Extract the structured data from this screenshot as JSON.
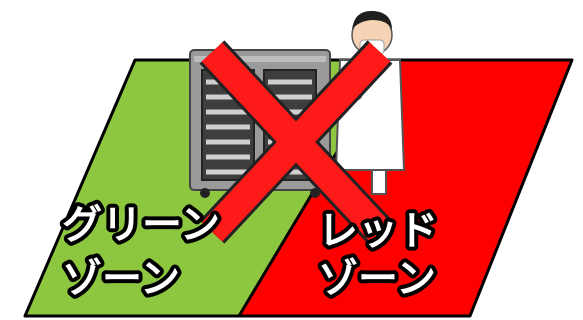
{
  "zones": {
    "green": {
      "label_line1": "グリーン",
      "label_line2": "ゾーン",
      "color": "#8dc63f"
    },
    "red": {
      "label_line1": "レッド",
      "label_line2": "ゾーン",
      "color": "#ff0000"
    }
  },
  "cross_mark": {
    "color": "#ff1a1a"
  }
}
